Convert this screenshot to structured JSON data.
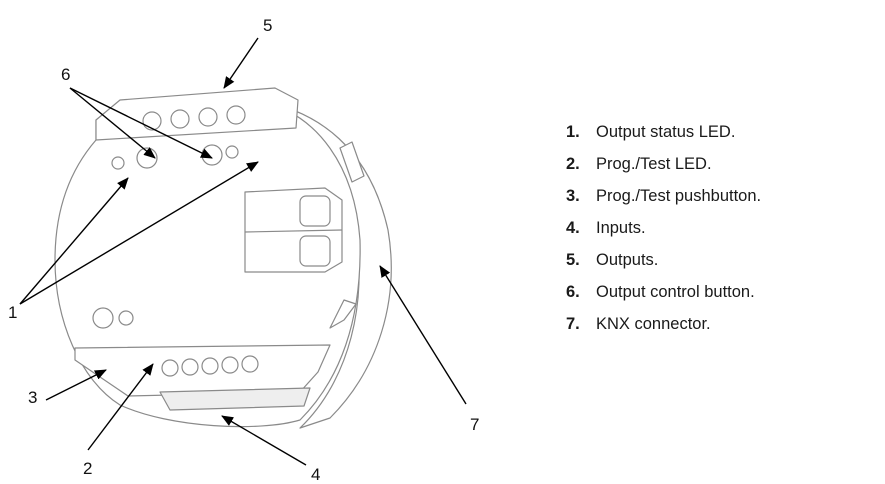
{
  "diagram": {
    "callouts": [
      "1",
      "2",
      "3",
      "4",
      "5",
      "6",
      "7"
    ]
  },
  "legend": {
    "items": [
      {
        "number": "1.",
        "text": "Output status LED."
      },
      {
        "number": "2.",
        "text": "Prog./Test LED."
      },
      {
        "number": "3.",
        "text": "Prog./Test pushbutton."
      },
      {
        "number": "4.",
        "text": "Inputs."
      },
      {
        "number": "5.",
        "text": "Outputs."
      },
      {
        "number": "6.",
        "text": "Output control button."
      },
      {
        "number": "7.",
        "text": "KNX connector."
      }
    ]
  }
}
